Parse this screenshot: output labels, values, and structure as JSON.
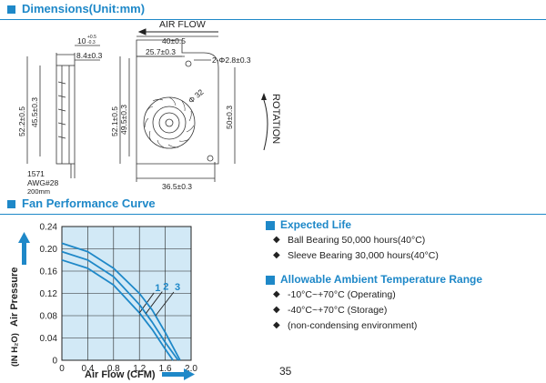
{
  "sections": {
    "dimensions_title": "Dimensions(Unit:mm)",
    "curve_title": "Fan Performance Curve"
  },
  "drawing": {
    "airflow_label": "AIR FLOW",
    "rotation_label": "ROTATION",
    "dims": {
      "thick_top": "10",
      "thick_sup": "+0.5",
      "thick_sub": "-0.3",
      "thick": "8.4±0.3",
      "side_h1": "52.2±0.5",
      "side_h2": "45.5±0.3",
      "w_top": "40±0.5",
      "w_inner": "25.7±0.3",
      "holes": "2-Φ2.8±0.3",
      "diam": "Φ 32",
      "front_h1": "52.1±0.5",
      "front_h2": "49.5±0.3",
      "front_h3": "50±0.3",
      "w_bottom": "36.5±0.3"
    },
    "cable": [
      "1571",
      "AWG#28",
      "200mm"
    ]
  },
  "chart_data": {
    "type": "line",
    "xlabel": "Air Flow (CFM)",
    "ylabel": "Air Pressure",
    "ylabel_unit": "(IN H₂O)",
    "xlim": [
      0,
      2.0
    ],
    "ylim": [
      0,
      0.24
    ],
    "x_ticks": [
      "0",
      "0.4",
      "0.8",
      "1.2",
      "1.6",
      "2.0"
    ],
    "y_ticks": [
      "0",
      "0.04",
      "0.08",
      "0.12",
      "0.16",
      "0.20",
      "0.24"
    ],
    "grid": true,
    "series": [
      {
        "name": "1",
        "x": [
          0,
          0.4,
          0.8,
          1.2,
          1.4,
          1.6,
          1.72
        ],
        "y": [
          0.18,
          0.165,
          0.135,
          0.085,
          0.055,
          0.02,
          0
        ]
      },
      {
        "name": "2",
        "x": [
          0,
          0.4,
          0.8,
          1.2,
          1.4,
          1.6,
          1.8
        ],
        "y": [
          0.195,
          0.18,
          0.15,
          0.1,
          0.068,
          0.032,
          0
        ]
      },
      {
        "name": "3",
        "x": [
          0,
          0.4,
          0.8,
          1.2,
          1.4,
          1.6,
          1.83
        ],
        "y": [
          0.21,
          0.195,
          0.165,
          0.12,
          0.09,
          0.05,
          0
        ]
      }
    ]
  },
  "info": {
    "expected_life_title": "Expected Life",
    "expected_life": [
      "Ball Bearing 50,000 hours(40°C)",
      "Sleeve Bearing 30,000 hours(40°C)"
    ],
    "temp_title": "Allowable Ambient Temperature Range",
    "temp": [
      "-10°C~+70°C (Operating)",
      "-40°C~+70°C (Storage)",
      "(non-condensing environment)"
    ]
  },
  "page_number": "35",
  "colors": {
    "accent": "#1e88c8",
    "chart_bg": "#d2e9f6"
  }
}
